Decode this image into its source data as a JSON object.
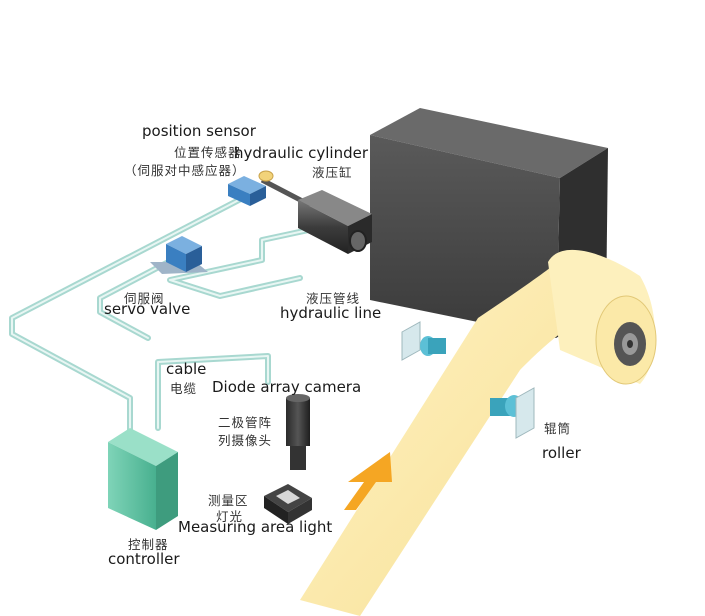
{
  "labels": {
    "position_sensor_en": "position sensor",
    "position_sensor_zh": "位置传感器",
    "position_sensor_sub_zh": "（伺服对中感应器）",
    "hydraulic_cylinder_en": "hydraulic cylinder",
    "hydraulic_cylinder_zh": "液压缸",
    "servo_valve_zh": "伺服阀",
    "servo_valve_en": "servo valve",
    "hydraulic_line_zh": "液压管线",
    "hydraulic_line_en": "hydraulic line",
    "cable_en": "cable",
    "cable_zh": "电缆",
    "camera_en": "Diode array camera",
    "camera_zh_line1": "二极管阵",
    "camera_zh_line2": "列摄像头",
    "roller_zh": "辊筒",
    "roller_en": "roller",
    "light_zh_line1": "测量区",
    "light_zh_line2": "灯光",
    "light_en": "Measuring area light",
    "controller_zh": "控制器",
    "controller_en": "controller"
  },
  "colors": {
    "machine_block": "#4a4a4a",
    "paper_web": "#fbe9a8",
    "controller": "#5ec4a6",
    "servo_valve": "#3a7fc1",
    "sensor": "#3a7fc1",
    "arrow": "#f5a623",
    "tube": "#a8d8d0"
  }
}
